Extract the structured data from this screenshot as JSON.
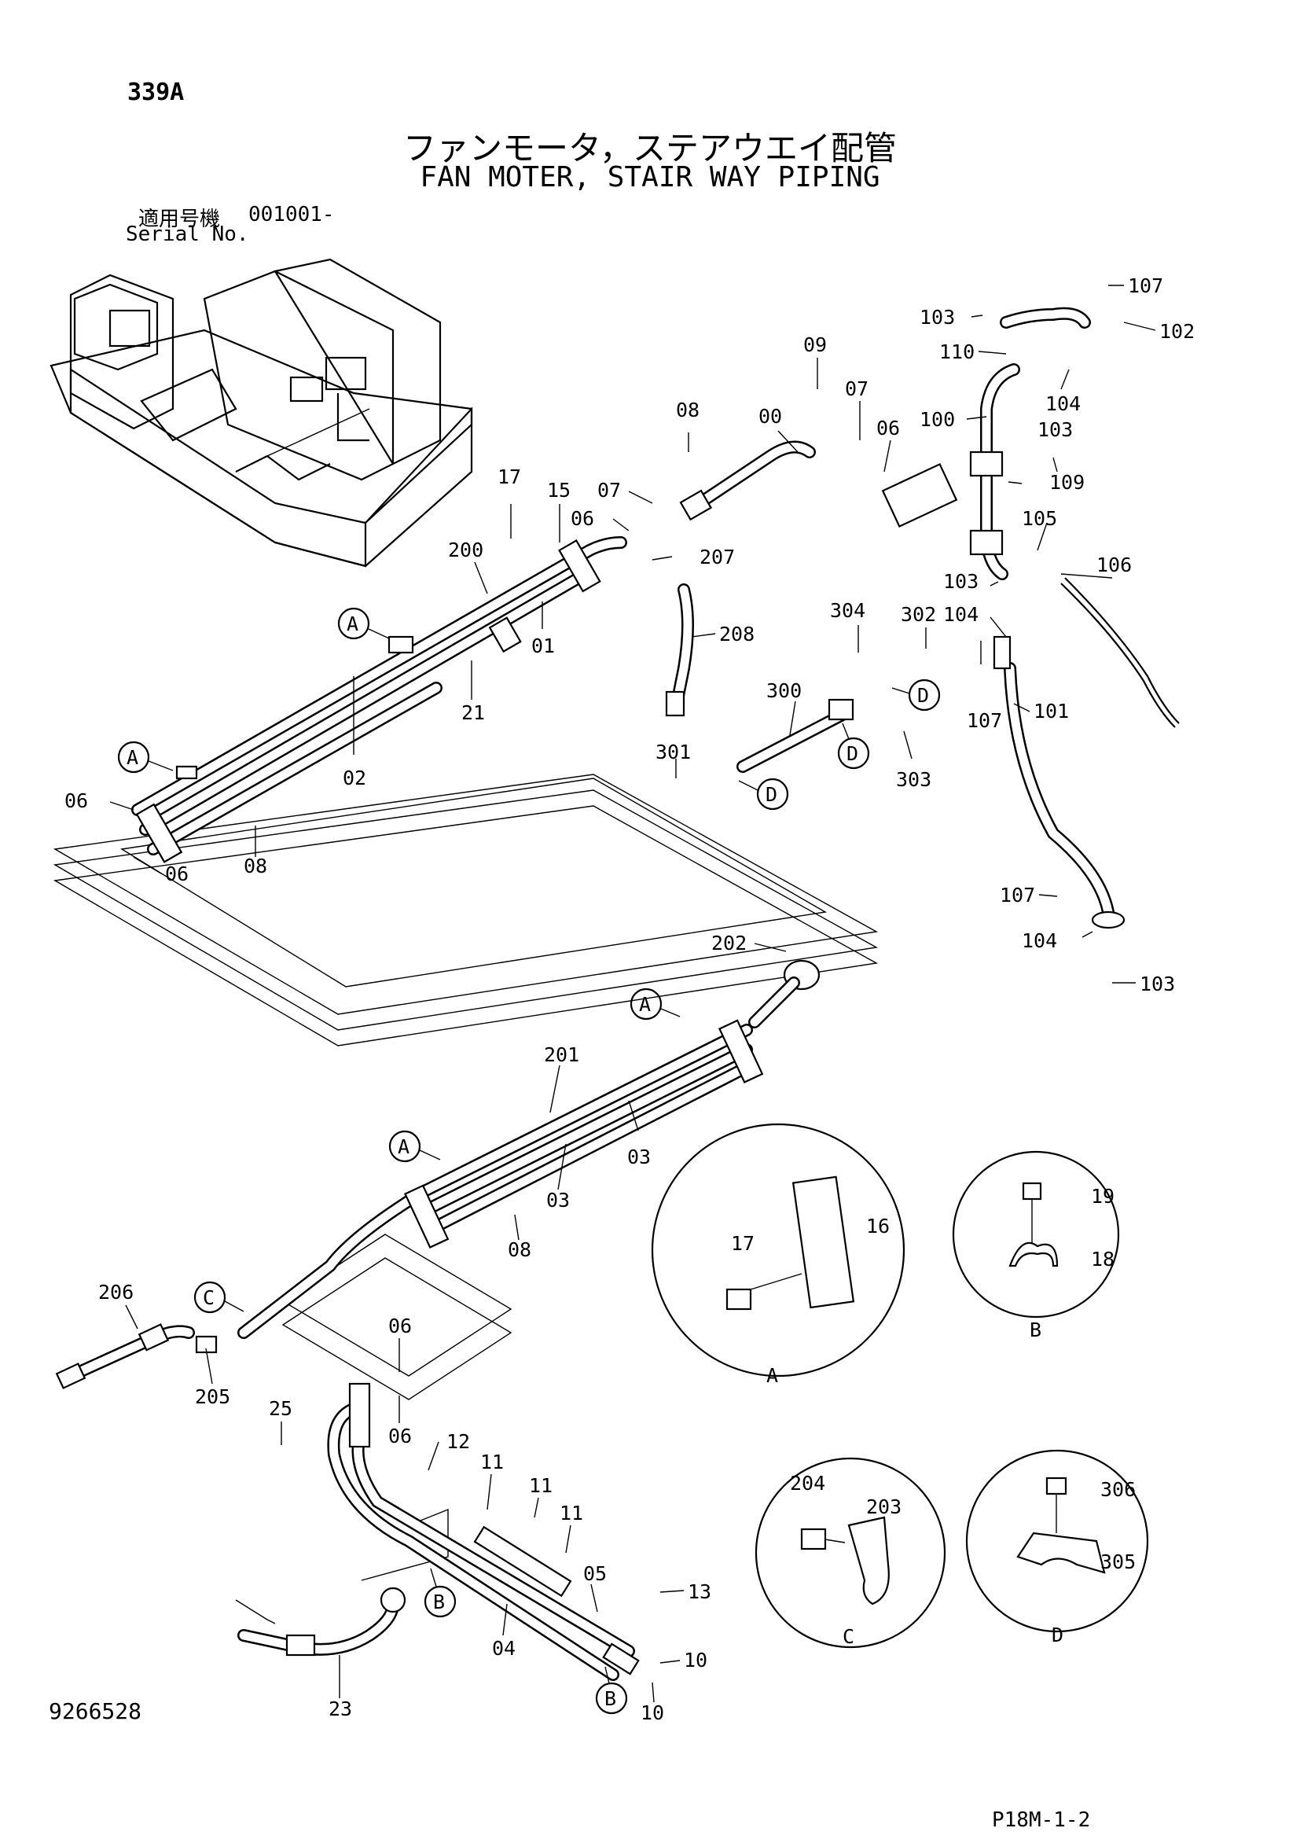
{
  "header": {
    "page_code": "339A",
    "title_ja": "ファンモータ，ステアウエイ配管",
    "title_en": "FAN MOTER, STAIR WAY PIPING",
    "serial_label_ja": "適用号機",
    "serial_value": "001001-",
    "serial_label_en": "Serial No."
  },
  "footer": {
    "doc_no": "9266528",
    "page_ref": "P18M-1-2"
  },
  "callouts": {
    "c107a": "107",
    "c103a": "103",
    "c102": "102",
    "c110": "110",
    "c09": "09",
    "c07a": "07",
    "c104a": "104",
    "c08a": "08",
    "c00": "00",
    "c06a": "06",
    "c100": "100",
    "c103b": "103",
    "c109": "109",
    "c17a": "17",
    "c15": "15",
    "c07b": "07",
    "c06b": "06",
    "c207": "207",
    "c105": "105",
    "c200": "200",
    "c103c": "103",
    "c106": "106",
    "c01": "01",
    "c208": "208",
    "c304": "304",
    "c302": "302",
    "c104b": "104",
    "c21": "21",
    "c300": "300",
    "c107b": "107",
    "c101": "101",
    "c02": "02",
    "c301": "301",
    "c303": "303",
    "c06c": "06",
    "c08b": "08",
    "c06d": "06",
    "c107c": "107",
    "c104c": "104",
    "c103d": "103",
    "c202": "202",
    "c201": "201",
    "c03a": "03",
    "c03b": "03",
    "c08c": "08",
    "c206": "206",
    "c205": "205",
    "c06e": "06",
    "c06f": "06",
    "c25": "25",
    "c12": "12",
    "c11a": "11",
    "c11b": "11",
    "c11c": "11",
    "c05": "05",
    "c13": "13",
    "c04": "04",
    "c23": "23",
    "c10a": "10",
    "c10b": "10"
  },
  "view_markers": {
    "a1": "A",
    "a2": "A",
    "a3": "A",
    "a4": "A",
    "b1": "B",
    "b2": "B",
    "c1": "C",
    "d1": "D",
    "d2": "D",
    "d3": "D"
  },
  "detail_views": {
    "A": {
      "label": "A",
      "parts": [
        "16",
        "17"
      ]
    },
    "B": {
      "label": "B",
      "parts": [
        "19",
        "18"
      ]
    },
    "C": {
      "label": "C",
      "parts": [
        "204",
        "203"
      ]
    },
    "D": {
      "label": "D",
      "parts": [
        "306",
        "305"
      ]
    }
  }
}
